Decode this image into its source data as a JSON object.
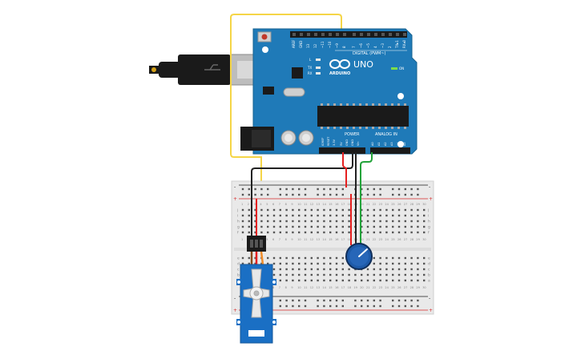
{
  "board": {
    "brand": "ARDUINO",
    "model": "UNO",
    "digital_label": "DIGITAL (PWM~)",
    "power_label": "POWER",
    "analog_label": "ANALOG IN",
    "on_label": "ON",
    "led_l": "L",
    "led_tx": "TX",
    "led_rx": "RX",
    "aref": "AREF",
    "gnd": "GND",
    "digital_pins": [
      "13",
      "12",
      "~11",
      "~10",
      "~9",
      "8",
      "7",
      "~6",
      "~5",
      "4",
      "~3",
      "2",
      "TX▸1",
      "RX◂0"
    ],
    "power_pins": [
      "IOREF",
      "RESET",
      "3.3V",
      "5V",
      "GND",
      "GND",
      "Vin"
    ],
    "analog_pins": [
      "A0",
      "A1",
      "A2",
      "A3",
      "A4",
      "A5"
    ]
  },
  "breadboard": {
    "rows": [
      "j",
      "i",
      "h",
      "g",
      "f",
      "e",
      "d",
      "c",
      "b",
      "a"
    ],
    "columns": [
      "1",
      "2",
      "3",
      "4",
      "5",
      "6",
      "7",
      "8",
      "9",
      "10",
      "11",
      "12",
      "13",
      "14",
      "15",
      "16",
      "17",
      "18",
      "19",
      "20",
      "21",
      "22",
      "23",
      "24",
      "25",
      "26",
      "27",
      "28",
      "29",
      "30"
    ]
  },
  "wires": {
    "signal_color": "#f5d547",
    "power_color": "#e62020",
    "ground_color": "#222222",
    "analog_color": "#23a33a"
  },
  "colors": {
    "board": "#1f7ab8",
    "servo": "#1a6fc4",
    "pot": "#1e5aa8"
  }
}
